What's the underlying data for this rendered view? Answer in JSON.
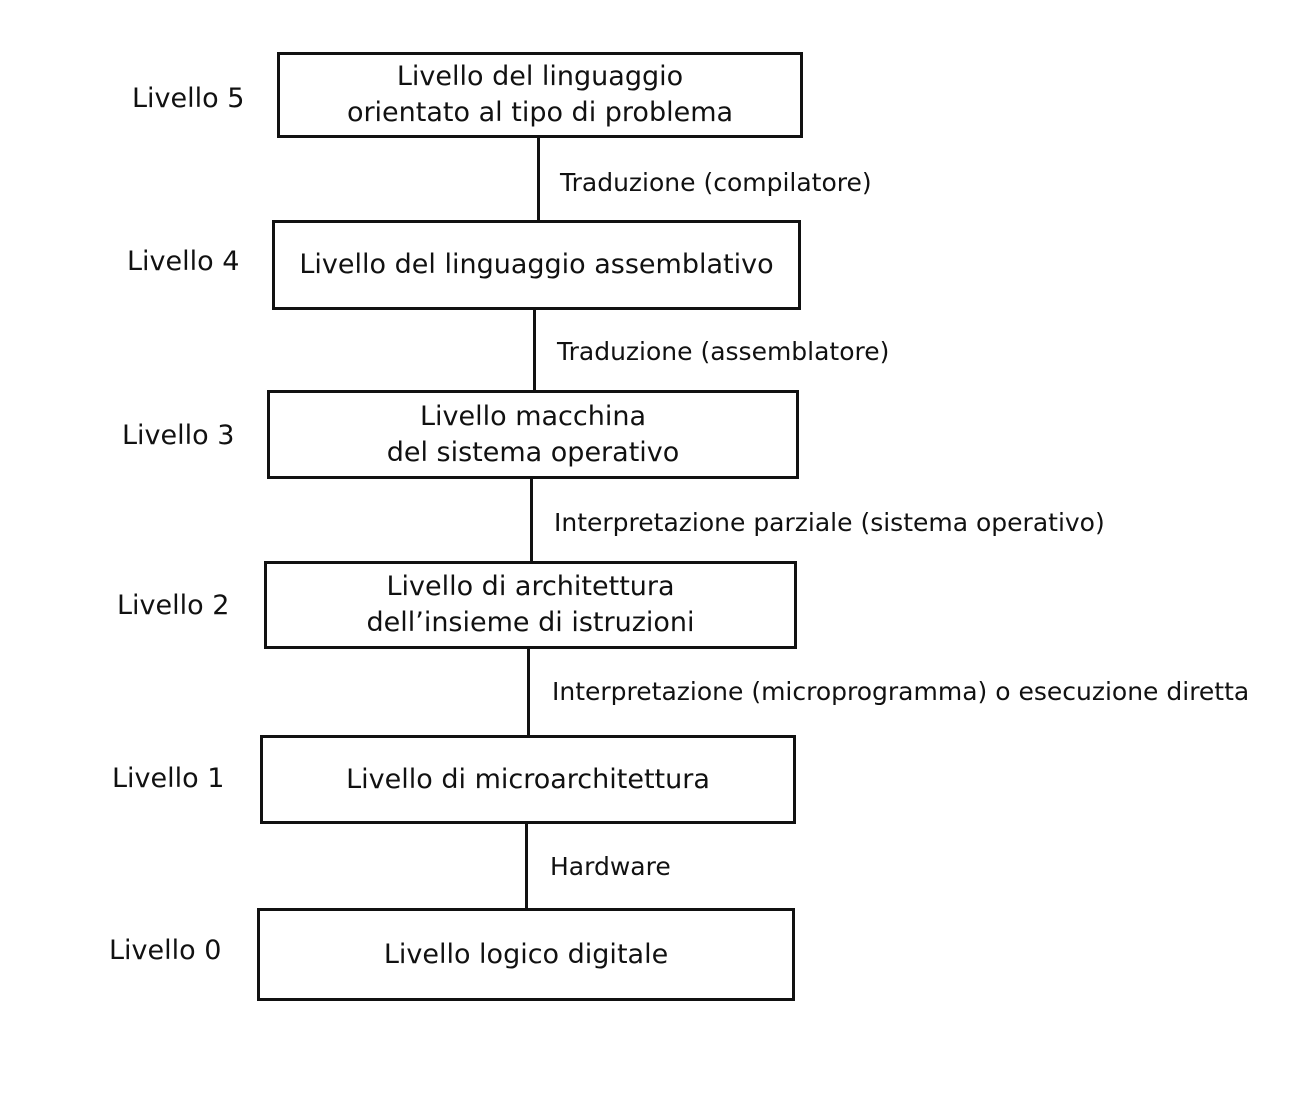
{
  "levels": [
    {
      "label": "Livello 5",
      "lines": [
        "Livello del linguaggio",
        "orientato al tipo di problema"
      ]
    },
    {
      "label": "Livello 4",
      "lines": [
        "Livello del linguaggio assemblativo"
      ]
    },
    {
      "label": "Livello 3",
      "lines": [
        "Livello macchina",
        "del sistema operativo"
      ]
    },
    {
      "label": "Livello 2",
      "lines": [
        "Livello di architettura",
        "dell’insieme di istruzioni"
      ]
    },
    {
      "label": "Livello 1",
      "lines": [
        "Livello di microarchitettura"
      ]
    },
    {
      "label": "Livello 0",
      "lines": [
        "Livello logico digitale"
      ]
    }
  ],
  "transitions": [
    "Traduzione (compilatore)",
    "Traduzione (assemblatore)",
    "Interpretazione parziale (sistema operativo)",
    "Interpretazione (microprogramma) o esecuzione diretta",
    "Hardware"
  ]
}
